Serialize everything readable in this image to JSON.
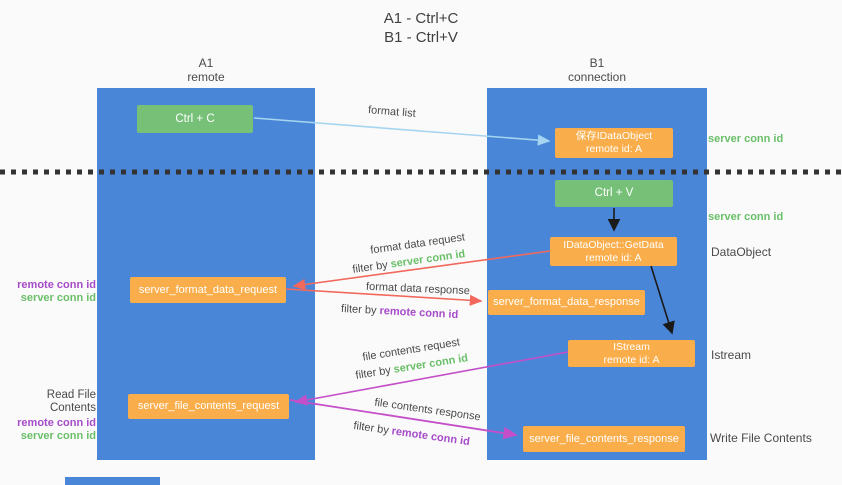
{
  "title": {
    "line1": "A1 - Ctrl+C",
    "line2": "B1 - Ctrl+V"
  },
  "lifelines": {
    "left": {
      "name": "A1",
      "role": "remote"
    },
    "right": {
      "name": "B1",
      "role": "connection"
    }
  },
  "nodes": {
    "ctrl_c": {
      "label": "Ctrl + C"
    },
    "save_dataobject": {
      "line1": "保存IDataObject",
      "line2": "remote id: A"
    },
    "ctrl_v": {
      "label": "Ctrl + V"
    },
    "getdata": {
      "line1": "IDataObject::GetData",
      "line2": "remote id: A"
    },
    "istream": {
      "line1": "IStream",
      "line2": "remote id: A"
    },
    "format_request": {
      "label": "server_format_data_request"
    },
    "format_response": {
      "label": "server_format_data_response"
    },
    "file_request": {
      "label": "server_file_contents_request"
    },
    "file_response": {
      "label": "server_file_contents_response"
    }
  },
  "edges": {
    "format_list": {
      "label": "format list"
    },
    "format_data_request": {
      "label": "format data request",
      "filter_prefix": "filter by",
      "filter_key": "server conn id"
    },
    "format_data_response": {
      "label": "format data response",
      "filter_prefix": "filter by",
      "filter_key": "remote conn id"
    },
    "file_contents_request": {
      "label": "file contents request",
      "filter_prefix": "filter by",
      "filter_key": "server conn id"
    },
    "file_contents_response": {
      "label": "file contents response",
      "filter_prefix": "filter by",
      "filter_key": "remote conn id"
    }
  },
  "side_labels": {
    "server_conn_id_top": "server conn id",
    "server_conn_id_mid": "server conn id",
    "dataobject": "DataObject",
    "istream": "Istream",
    "write_file_contents": "Write File Contents",
    "read_file_contents": "Read File Contents",
    "left_mid": {
      "remote": "remote conn id",
      "server": "server conn id"
    },
    "left_bottom": {
      "remote": "remote conn id",
      "server": "server conn id"
    }
  },
  "colors": {
    "lifeline_blue": "#4a86d8",
    "action_green": "#77c077",
    "message_orange": "#f9ae4b",
    "request_red": "#f2685c",
    "magenta": "#c44fc8",
    "format_list_blue": "#a5d5f0",
    "green_text": "#6abf69",
    "purple_text": "#a64bc9",
    "black_arrow": "#1a1a1a"
  }
}
